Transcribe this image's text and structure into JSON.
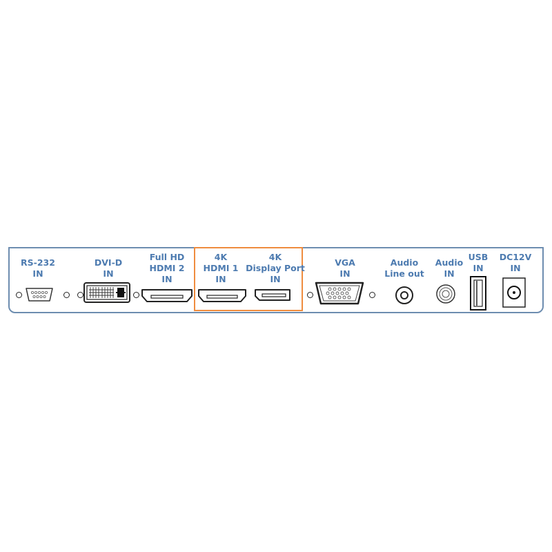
{
  "panel": {
    "border_color": "#6d8db0",
    "label_color": "#4d7bb0",
    "highlight_color": "#ef8c3e"
  },
  "ports": [
    {
      "id": "rs232",
      "lines": [
        "RS-232",
        "IN"
      ],
      "connector": "db9-serial-icon"
    },
    {
      "id": "dvi",
      "lines": [
        "DVI-D",
        "IN"
      ],
      "connector": "dvi-icon"
    },
    {
      "id": "hdmi2",
      "lines": [
        "Full HD",
        "HDMI 2",
        "IN"
      ],
      "connector": "hdmi-icon"
    },
    {
      "id": "hdmi1",
      "lines": [
        "4K",
        "HDMI 1",
        "IN"
      ],
      "connector": "hdmi-icon",
      "highlighted": true
    },
    {
      "id": "dp",
      "lines": [
        "4K",
        "Display Port",
        "IN"
      ],
      "connector": "displayport-icon",
      "highlighted": true
    },
    {
      "id": "vga",
      "lines": [
        "VGA",
        "IN"
      ],
      "connector": "vga-icon"
    },
    {
      "id": "lineout",
      "lines": [
        "Audio",
        "Line out"
      ],
      "connector": "audio-jack-icon"
    },
    {
      "id": "audioin",
      "lines": [
        "Audio",
        "IN"
      ],
      "connector": "audio-jack-icon"
    },
    {
      "id": "usb",
      "lines": [
        "USB",
        "IN"
      ],
      "connector": "usb-icon"
    },
    {
      "id": "dc",
      "lines": [
        "DC12V",
        "IN"
      ],
      "connector": "dc-power-icon"
    }
  ]
}
